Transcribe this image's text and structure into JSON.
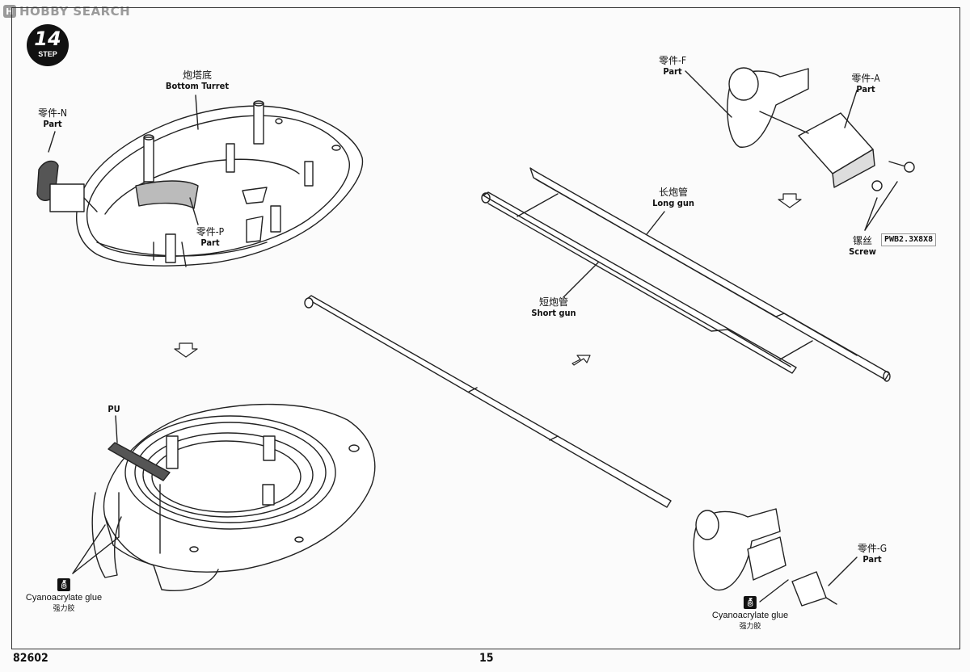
{
  "watermark": {
    "badge": "H",
    "text": "HOBBY SEARCH"
  },
  "step": {
    "number": "14",
    "word": "STEP"
  },
  "labels": {
    "bottom_turret": {
      "zh": "炮塔底",
      "en": "Bottom Turret"
    },
    "part_n": {
      "zh": "零件-N",
      "en": "Part"
    },
    "part_p": {
      "zh": "零件-P",
      "en": "Part"
    },
    "part_f": {
      "zh": "零件-F",
      "en": "Part"
    },
    "part_a": {
      "zh": "零件-A",
      "en": "Part"
    },
    "long_gun": {
      "zh": "长炮管",
      "en": "Long gun"
    },
    "short_gun": {
      "zh": "短炮管",
      "en": "Short gun"
    },
    "screw": {
      "zh": "镙丝",
      "en": "Screw",
      "spec": "PWB2.3X8X8"
    },
    "pu": {
      "en": "PU"
    },
    "part_g": {
      "zh": "零件-G",
      "en": "Part"
    }
  },
  "glue_left": {
    "icon": "glue-bottle-icon",
    "en": "Cyanoacrylate glue",
    "zh": "强力胶"
  },
  "glue_right": {
    "icon": "glue-bottle-icon",
    "en": "Cyanoacrylate glue",
    "zh": "强力胶"
  },
  "footer": {
    "code": "82602",
    "page": "15"
  }
}
